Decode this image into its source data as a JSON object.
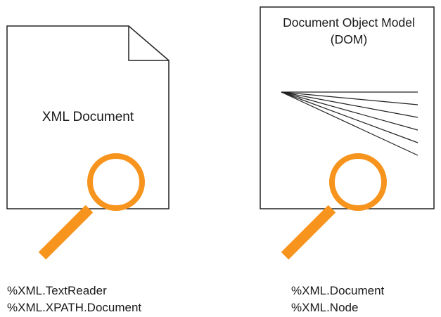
{
  "left_panel": {
    "document_label": "XML Document",
    "classes": [
      "%XML.TextReader",
      "%XML.XPATH.Document"
    ]
  },
  "right_panel": {
    "title_line1": "Document Object Model",
    "title_line2": "(DOM)",
    "classes": [
      "%XML.Document",
      "%XML.Node"
    ]
  },
  "colors": {
    "magnifier": "#f7941d",
    "outline": "#222222"
  },
  "icons": {
    "left": "magnifying-glass-icon",
    "right": "magnifying-glass-icon"
  }
}
